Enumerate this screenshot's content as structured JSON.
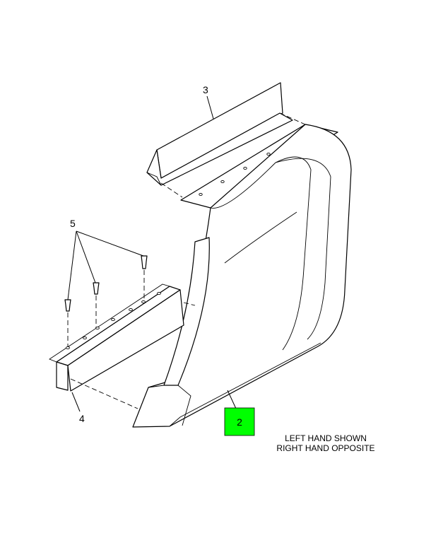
{
  "callouts": {
    "c3": "3",
    "c5": "5",
    "c4": "4",
    "c2": "2"
  },
  "highlight": {
    "fill": "#00ff00"
  },
  "note": {
    "line1": "LEFT HAND SHOWN",
    "line2": "RIGHT HAND OPPOSITE"
  }
}
